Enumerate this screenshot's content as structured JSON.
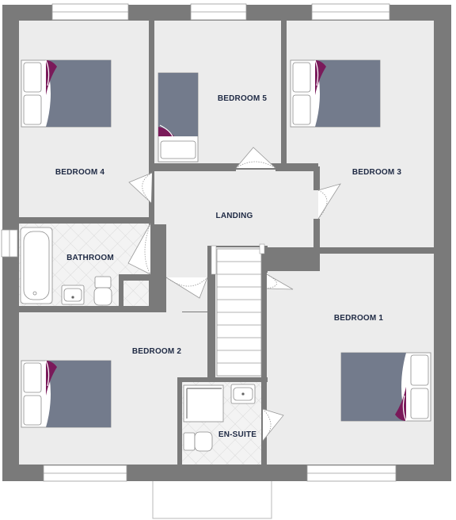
{
  "floorplan": {
    "rooms": {
      "bedroom4": "BEDROOM 4",
      "bedroom5": "BEDROOM 5",
      "bedroom3": "BEDROOM 3",
      "landing": "LANDING",
      "bathroom": "BATHROOM",
      "bedroom1": "BEDROOM 1",
      "bedroom2": "BEDROOM 2",
      "ensuite": "EN-SUITE"
    },
    "colors": {
      "wall": "#7a7a7a",
      "floor": "#ececec",
      "bed": "#737b8c",
      "accent": "#7a1a5a",
      "tile_line": "#d4d4d4"
    }
  }
}
